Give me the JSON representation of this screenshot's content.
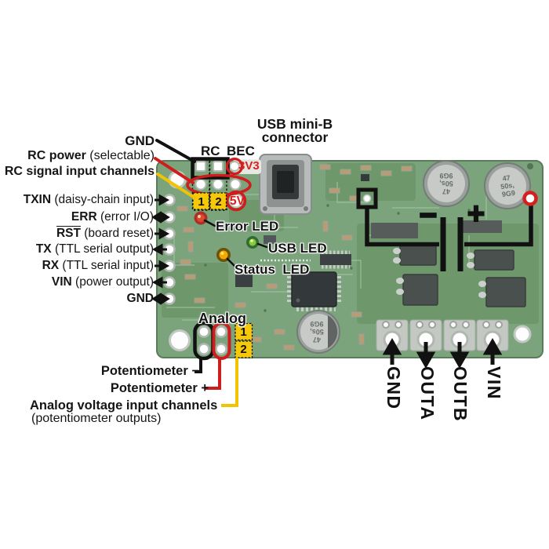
{
  "usb": {
    "line1": "USB mini-B",
    "line2": "connector"
  },
  "top_labels": {
    "gnd": "GND",
    "rc_power_bold": "RC power",
    "rc_power_rest": " (selectable)",
    "rc_signal": "RC signal input channels"
  },
  "header": {
    "rc": "RC",
    "bec": "BEC",
    "v33": "3V3",
    "v5": "5V",
    "ch1": "1",
    "ch2": "2"
  },
  "left_pins": [
    {
      "name": "TXIN",
      "desc": " (daisy-chain input)",
      "arrow": "right"
    },
    {
      "name": "ERR",
      "desc": " (error I/O)",
      "arrow": "both"
    },
    {
      "name": "RST",
      "desc": " (board reset)",
      "arrow": "right"
    },
    {
      "name": "TX",
      "desc": " (TTL serial output)",
      "arrow": "left"
    },
    {
      "name": "RX",
      "desc": " (TTL serial input)",
      "arrow": "right"
    },
    {
      "name": "VIN",
      "desc": " (power output)",
      "arrow": "left"
    },
    {
      "name": "GND",
      "desc": "",
      "arrow": "both"
    }
  ],
  "leds": {
    "error": "Error LED",
    "usb": "USB LED",
    "status": "Status  LED"
  },
  "analog": {
    "title": "Analog",
    "ch1": "1",
    "ch2": "2"
  },
  "bottom_labels": {
    "pot_minus": "Potentiometer −",
    "pot_plus": "Potentiometer +",
    "channels": "Analog voltage input channels",
    "outputs": "(potentiometer outputs)"
  },
  "power_pads": [
    {
      "label": "GND",
      "dir": "up"
    },
    {
      "label": "OUTA",
      "dir": "down"
    },
    {
      "label": "OUTB",
      "dir": "down"
    },
    {
      "label": "VIN",
      "dir": "up"
    }
  ],
  "battery": {
    "minus": "−",
    "plus": "+"
  },
  "cap_marking": [
    "47",
    "50s,",
    "9G9"
  ],
  "colors": {
    "annotation_red": "#cf1d1d",
    "annotation_yellow": "#f2c300",
    "annotation_black": "#111111",
    "board_green": "#7ba37c",
    "led_red": "#e0492f",
    "led_green": "#8cc93f",
    "led_amber": "#f5a800"
  }
}
